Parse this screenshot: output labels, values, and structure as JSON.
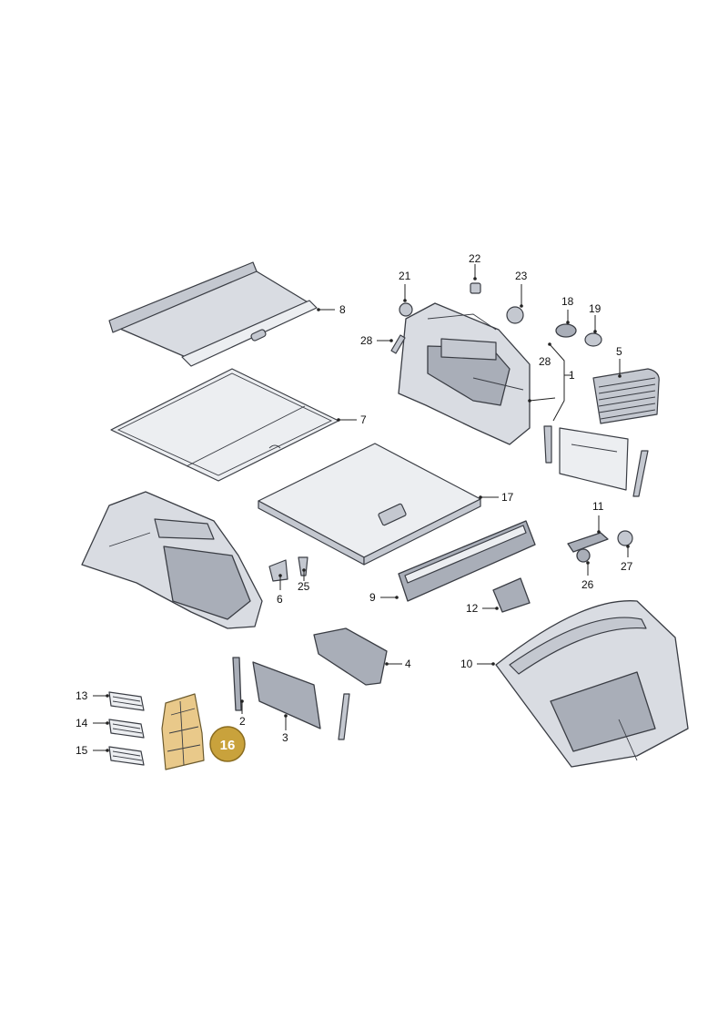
{
  "callouts": {
    "c1": "1",
    "c2": "2",
    "c3": "3",
    "c4": "4",
    "c5": "5",
    "c6": "6",
    "c7": "7",
    "c8": "8",
    "c9": "9",
    "c10": "10",
    "c11": "11",
    "c12": "12",
    "c13": "13",
    "c14": "14",
    "c15": "15",
    "c17": "17",
    "c18": "18",
    "c19": "19",
    "c21": "21",
    "c22": "22",
    "c23": "23",
    "c25": "25",
    "c26": "26",
    "c27": "27",
    "c28a": "28",
    "c28b": "28"
  },
  "highlight": {
    "label": "16",
    "color": "#c9a23c"
  }
}
